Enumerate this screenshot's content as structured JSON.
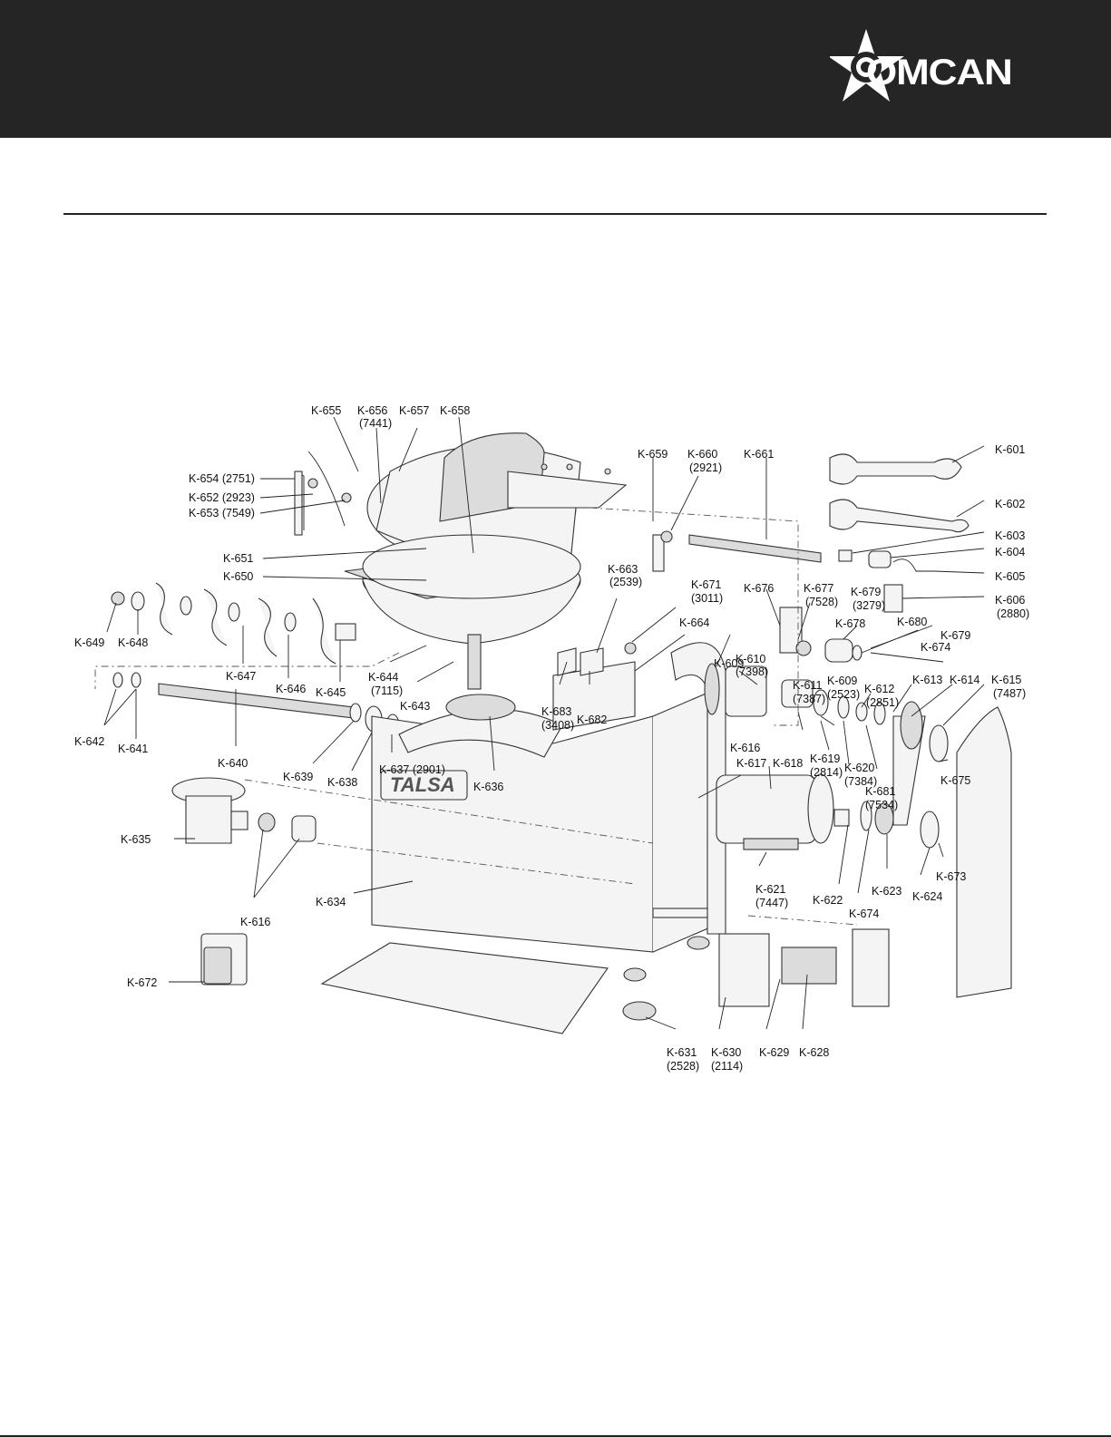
{
  "brand": {
    "name": "OMCAN"
  },
  "machine_badge": "TALSA",
  "callouts": [
    {
      "id": "k655",
      "label": "K-655"
    },
    {
      "id": "k656",
      "label": "K-656"
    },
    {
      "id": "k656c",
      "label": "(7441)"
    },
    {
      "id": "k657",
      "label": "K-657"
    },
    {
      "id": "k658",
      "label": "K-658"
    },
    {
      "id": "k654",
      "label": "K-654 (2751)"
    },
    {
      "id": "k652",
      "label": "K-652 (2923)"
    },
    {
      "id": "k653",
      "label": "K-653 (7549)"
    },
    {
      "id": "k651",
      "label": "K-651"
    },
    {
      "id": "k650",
      "label": "K-650"
    },
    {
      "id": "k649",
      "label": "K-649"
    },
    {
      "id": "k648",
      "label": "K-648"
    },
    {
      "id": "k647",
      "label": "K-647"
    },
    {
      "id": "k646",
      "label": "K-646"
    },
    {
      "id": "k645",
      "label": "K-645"
    },
    {
      "id": "k644",
      "label": "K-644"
    },
    {
      "id": "k644c",
      "label": "(7115)"
    },
    {
      "id": "k643",
      "label": "K-643"
    },
    {
      "id": "k642",
      "label": "K-642"
    },
    {
      "id": "k641",
      "label": "K-641"
    },
    {
      "id": "k640",
      "label": "K-640"
    },
    {
      "id": "k639",
      "label": "K-639"
    },
    {
      "id": "k638",
      "label": "K-638"
    },
    {
      "id": "k637",
      "label": "K-637 (2901)"
    },
    {
      "id": "k636",
      "label": "K-636"
    },
    {
      "id": "k635",
      "label": "K-635"
    },
    {
      "id": "k616a",
      "label": "K-616"
    },
    {
      "id": "k634",
      "label": "K-634"
    },
    {
      "id": "k672",
      "label": "K-672"
    },
    {
      "id": "k659",
      "label": "K-659"
    },
    {
      "id": "k660",
      "label": "K-660"
    },
    {
      "id": "k660c",
      "label": "(2921)"
    },
    {
      "id": "k661",
      "label": "K-661"
    },
    {
      "id": "k663",
      "label": "K-663"
    },
    {
      "id": "k663c",
      "label": "(2539)"
    },
    {
      "id": "k671",
      "label": "K-671"
    },
    {
      "id": "k671c",
      "label": "(3011)"
    },
    {
      "id": "k664",
      "label": "K-664"
    },
    {
      "id": "k683",
      "label": "K-683"
    },
    {
      "id": "k683c",
      "label": "(3408)"
    },
    {
      "id": "k682",
      "label": "K-682"
    },
    {
      "id": "k676",
      "label": "K-676"
    },
    {
      "id": "k677",
      "label": "K-677"
    },
    {
      "id": "k677c",
      "label": "(7528)"
    },
    {
      "id": "k679a",
      "label": "K-679"
    },
    {
      "id": "k679ac",
      "label": "(3279)"
    },
    {
      "id": "k678",
      "label": "K-678"
    },
    {
      "id": "k680",
      "label": "K-680"
    },
    {
      "id": "k679b",
      "label": "K-679"
    },
    {
      "id": "k609a",
      "label": "K-609"
    },
    {
      "id": "k610",
      "label": "K-610"
    },
    {
      "id": "k610c",
      "label": "(7398)"
    },
    {
      "id": "k611",
      "label": "K-611"
    },
    {
      "id": "k611c",
      "label": "(7387)"
    },
    {
      "id": "k609b",
      "label": "K-609"
    },
    {
      "id": "k609bc",
      "label": "(2523)"
    },
    {
      "id": "k612",
      "label": "K-612"
    },
    {
      "id": "k612c",
      "label": "(2851)"
    },
    {
      "id": "k613",
      "label": "K-613"
    },
    {
      "id": "k614",
      "label": "K-614"
    },
    {
      "id": "k615",
      "label": "K-615"
    },
    {
      "id": "k615c",
      "label": "(7487)"
    },
    {
      "id": "k674a",
      "label": "K-674"
    },
    {
      "id": "k619",
      "label": "K-619"
    },
    {
      "id": "k619c",
      "label": "(2814)"
    },
    {
      "id": "k620",
      "label": "K-620"
    },
    {
      "id": "k620c",
      "label": "(7384)"
    },
    {
      "id": "k681",
      "label": "K-681"
    },
    {
      "id": "k681c",
      "label": "(7534)"
    },
    {
      "id": "k675",
      "label": "K-675"
    },
    {
      "id": "k616b",
      "label": "K-616"
    },
    {
      "id": "k617",
      "label": "K-617"
    },
    {
      "id": "k618",
      "label": "K-618"
    },
    {
      "id": "k621",
      "label": "K-621"
    },
    {
      "id": "k621c",
      "label": "(7447)"
    },
    {
      "id": "k622",
      "label": "K-622"
    },
    {
      "id": "k674b",
      "label": "K-674"
    },
    {
      "id": "k623",
      "label": "K-623"
    },
    {
      "id": "k624",
      "label": "K-624"
    },
    {
      "id": "k673",
      "label": "K-673"
    },
    {
      "id": "k601",
      "label": "K-601"
    },
    {
      "id": "k602",
      "label": "K-602"
    },
    {
      "id": "k603",
      "label": "K-603"
    },
    {
      "id": "k604",
      "label": "K-604"
    },
    {
      "id": "k605",
      "label": "K-605"
    },
    {
      "id": "k606",
      "label": "K-606"
    },
    {
      "id": "k606c",
      "label": "(2880)"
    },
    {
      "id": "k631",
      "label": "K-631"
    },
    {
      "id": "k631c",
      "label": "(2528)"
    },
    {
      "id": "k630",
      "label": "K-630"
    },
    {
      "id": "k630c",
      "label": "(2114)"
    },
    {
      "id": "k629",
      "label": "K-629"
    },
    {
      "id": "k628",
      "label": "K-628"
    }
  ]
}
